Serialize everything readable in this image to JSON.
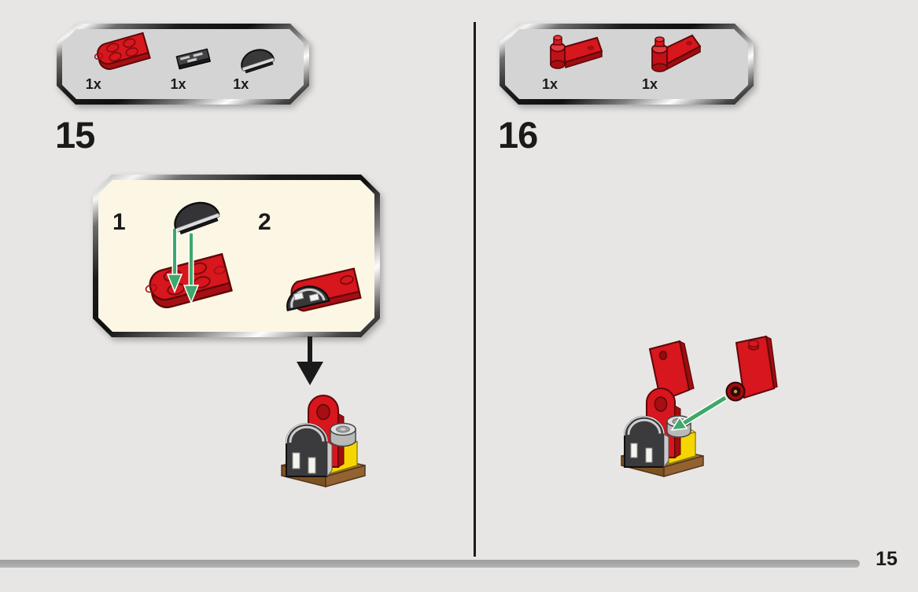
{
  "page": {
    "number": "15"
  },
  "step15": {
    "number": "15",
    "parts": [
      {
        "count": "1x",
        "piece": "red plate 2x3 with rounded end"
      },
      {
        "count": "1x",
        "piece": "dark gray grille tile 1x2"
      },
      {
        "count": "1x",
        "piece": "dark gray curved dome tile"
      }
    ],
    "substeps": [
      {
        "label": "1"
      },
      {
        "label": "2"
      }
    ]
  },
  "step16": {
    "number": "16",
    "parts": [
      {
        "count": "1x",
        "piece": "red hinge panel with bar, left"
      },
      {
        "count": "1x",
        "piece": "red hinge panel with bar, right"
      }
    ]
  },
  "colors": {
    "page_bg": "#e7e6e4",
    "parts_box_bg": "#d4d4d4",
    "callout_bg": "#fbf7e4",
    "lego_red": "#d7161d",
    "lego_red_shade": "#9e0d10",
    "dark_piece": "#3b3b3e",
    "silver_trim": "#cfcfcf",
    "yellow_brick": "#f6d600",
    "brown_plate": "#a4713a",
    "green_arrow": "#3fa86a",
    "black_arrow": "#1a1a1a",
    "progress_bar": "#a7a7a7"
  }
}
